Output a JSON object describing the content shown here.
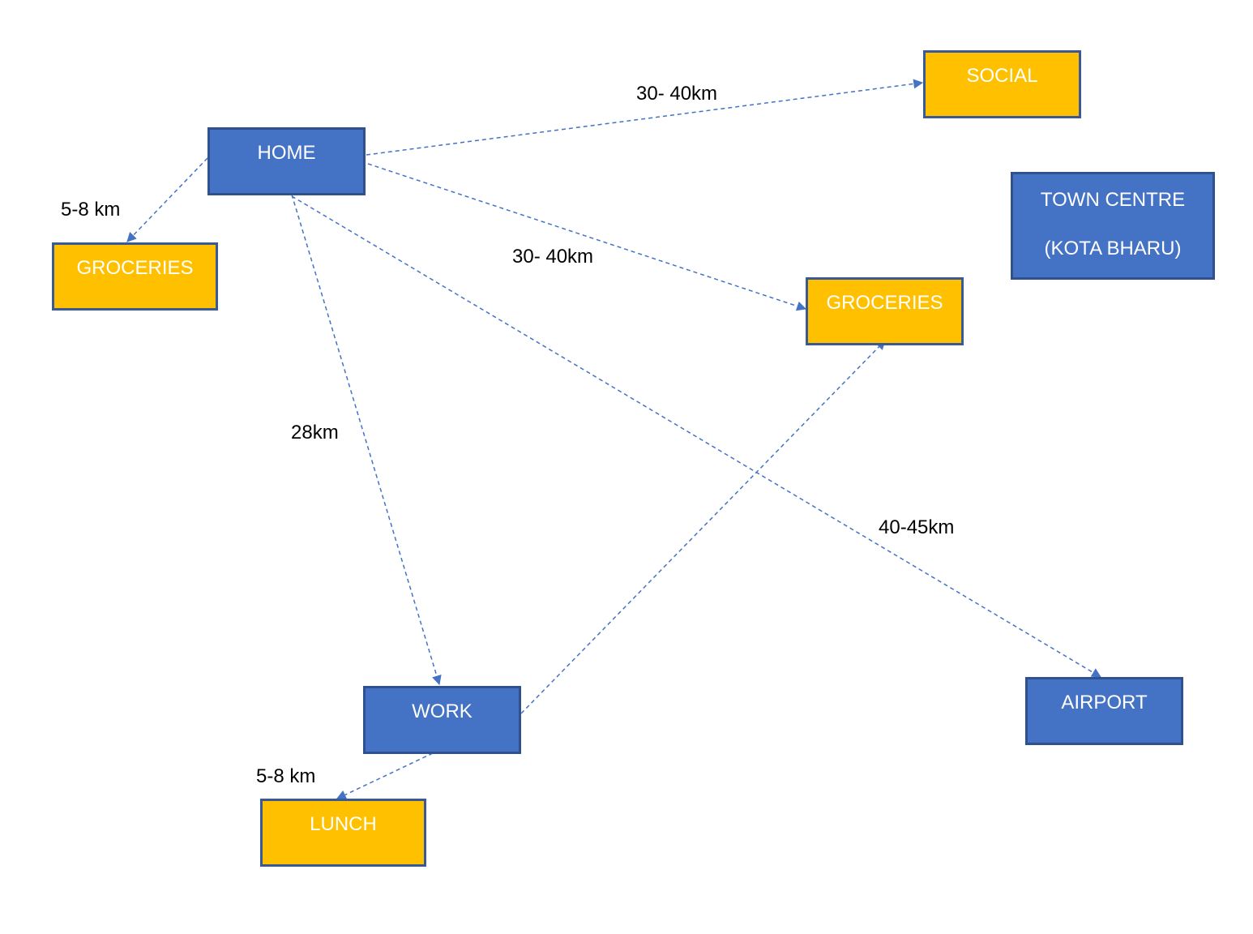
{
  "colors": {
    "blue": "#4472c4",
    "yellow": "#ffc000",
    "connector": "#4472c4",
    "text_dark": "#000000"
  },
  "nodes": {
    "home": "HOME",
    "social": "SOCIAL",
    "groceries_left": "GROCERIES",
    "groceries_right": "GROCERIES",
    "town_centre_line1": "TOWN CENTRE",
    "town_centre_line2": "(KOTA BHARU)",
    "work": "WORK",
    "airport": "AIRPORT",
    "lunch": "LUNCH"
  },
  "distances": {
    "home_social": "30- 40km",
    "home_groceries_left": "5-8 km",
    "home_groceries_right": "30- 40km",
    "home_work": "28km",
    "home_airport": "40-45km",
    "work_lunch": "5-8 km"
  }
}
